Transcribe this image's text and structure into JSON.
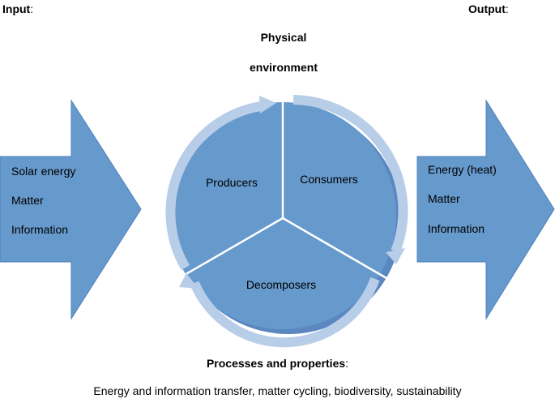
{
  "input": {
    "label": "Input",
    "colon": ":",
    "items": [
      "Solar energy",
      "Matter",
      "Information"
    ]
  },
  "output": {
    "label": "Output",
    "colon": ":",
    "items": [
      "Energy (heat)",
      "Matter",
      "Information"
    ]
  },
  "physical_environment": {
    "line1": "Physical",
    "line2": "environment"
  },
  "ecosystem": {
    "producers": "Producers",
    "consumers": "Consumers",
    "decomposers": "Decomposers"
  },
  "processes": {
    "title": "Processes and properties",
    "colon": ":",
    "text": "Energy and information transfer, matter cycling, biodiversity, sustainability"
  },
  "colors": {
    "fill": "#6699cc",
    "edge": "#4f81bd",
    "ring": "#b7cde8",
    "divider": "#ffffff"
  }
}
